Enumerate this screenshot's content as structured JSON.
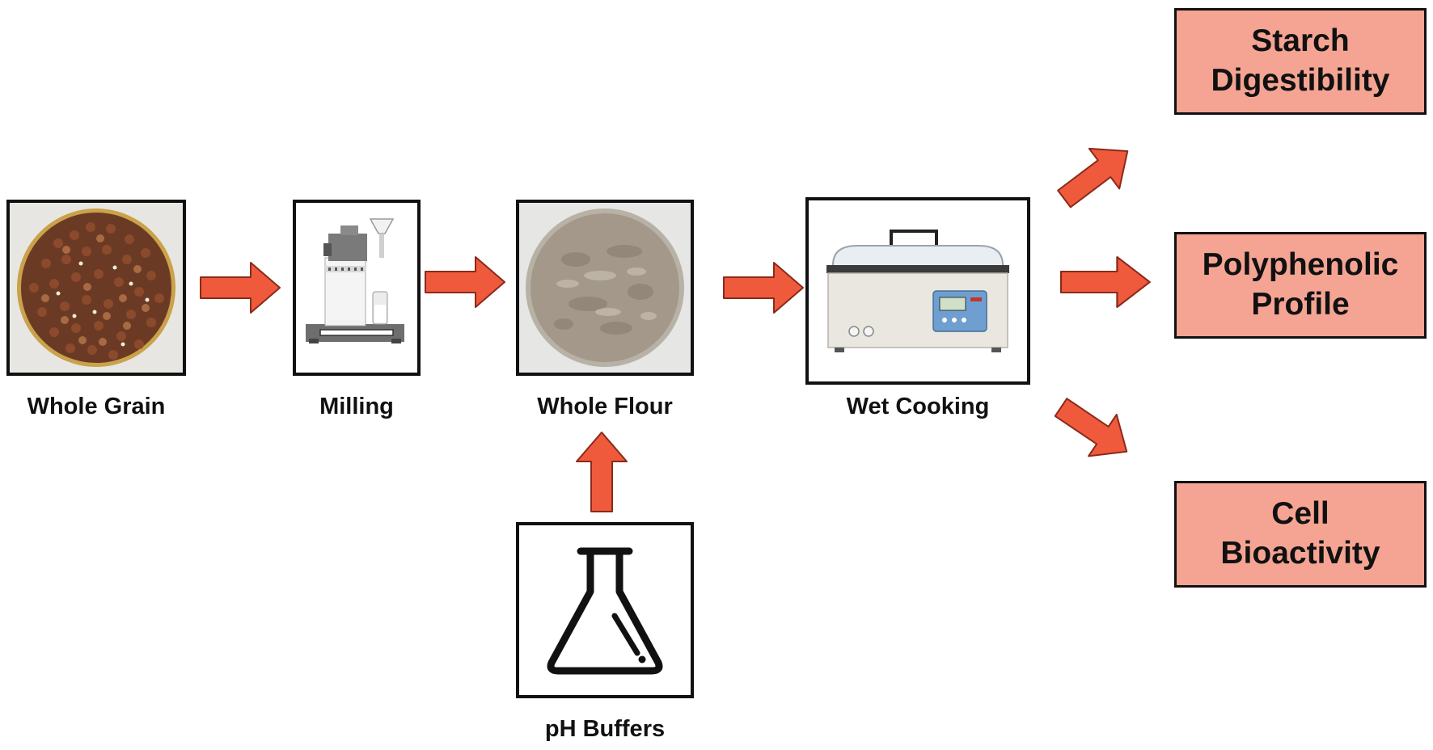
{
  "steps": {
    "whole_grain": "Whole Grain",
    "milling": "Milling",
    "whole_flour": "Whole Flour",
    "wet_cooking": "Wet Cooking",
    "ph_buffers": "pH Buffers"
  },
  "outcomes": {
    "starch": {
      "line1": "Starch",
      "line2": "Digestibility"
    },
    "polyphenolic": {
      "line1": "Polyphenolic",
      "line2": "Profile"
    },
    "cell": {
      "line1": "Cell",
      "line2": "Bioactivity"
    }
  },
  "colors": {
    "arrow_fill": "#f05a3c",
    "arrow_stroke": "#8a2a1a",
    "outcome_fill": "#f5a493",
    "border": "#111111"
  },
  "icons": {
    "grain": "whole-grain-photo",
    "mill": "mill-machine-icon",
    "flour": "flour-dish-photo",
    "bath": "water-bath-icon",
    "flask": "flask-icon"
  }
}
